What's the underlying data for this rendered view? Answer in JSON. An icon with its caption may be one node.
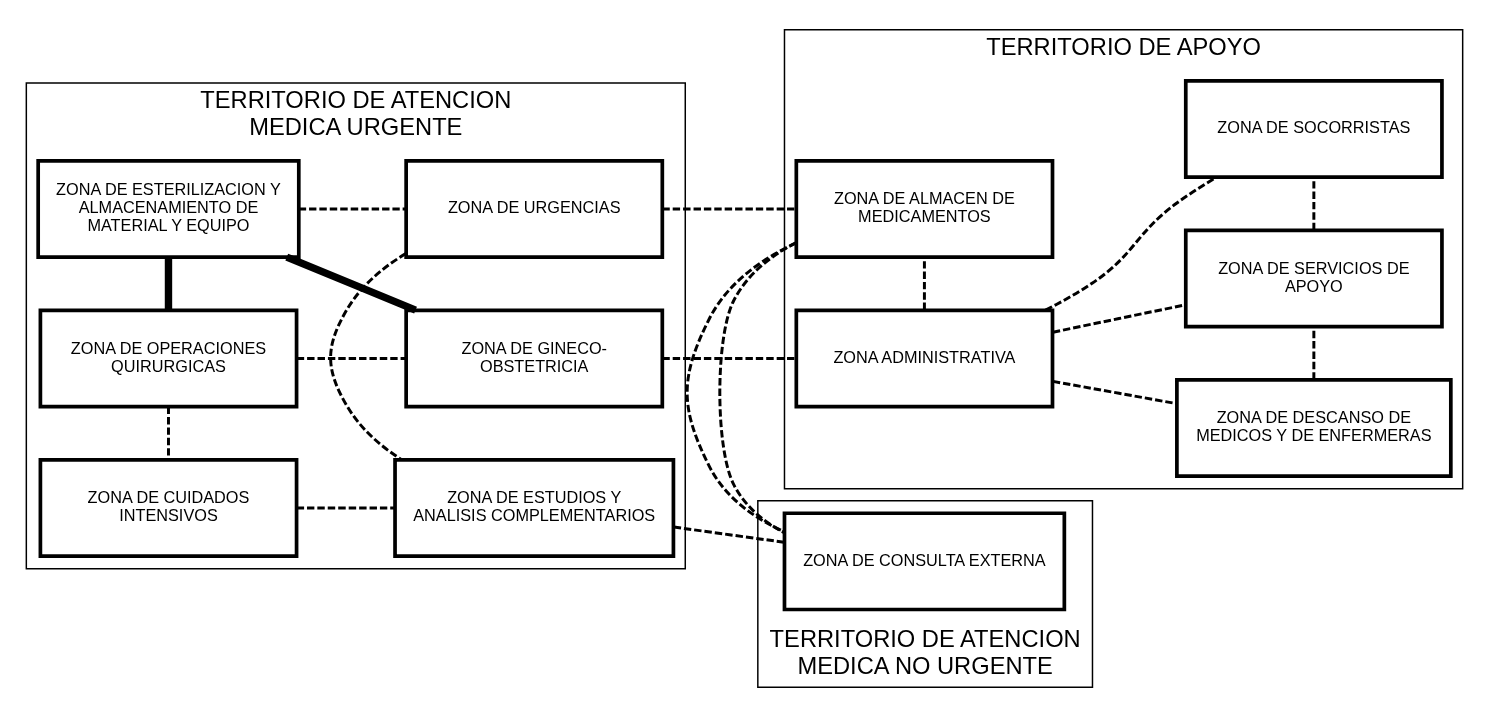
{
  "diagram": {
    "nodes": [
      {
        "text": [
          "TERRITORIO DE ATENCION MEDICA URGENTE"
        ]
      },
      {
        "text": [
          "ZONA DE ESTERILIZACION Y ALMACENAMIENTO DE MATERIAL Y EQUIPO"
        ],
        "in": 0
      },
      {
        "text": [
          "ZONA DE GINECO-OBSTETRICIA"
        ],
        "in": 0
      },
      {
        "text": [
          "ZONA DE OPERACIONES QUIRURGICAS"
        ],
        "in": 0
      },
      {
        "text": [
          "ZONA DE URGENCIAS"
        ],
        "in": 0
      },
      {
        "text": [
          "ZONA DE CUIDADOS INTENSIVOS"
        ],
        "in": 0
      },
      {
        "text": [
          "ZONA DE ESTUDIOS Y ANALISIS COMPLEMENTARIOS"
        ],
        "in": 0
      },
      {
        "text": [
          "TERRITORIO DE APOYO"
        ]
      },
      {
        "text": [
          "ZONA ADMINISTRATIVA"
        ],
        "in": 7
      },
      {
        "text": [
          "ZONA DE DESCANSO DE MEDICOS Y DE ENFERMERAS"
        ],
        "in": 7
      },
      {
        "text": [
          "ZONA DE ALMACEN DE MEDICAMENTOS"
        ],
        "in": 7
      },
      {
        "text": [
          "ZONA DE SERVICIOS DE APOYO"
        ],
        "in": 7
      },
      {
        "text": [
          "ZONA DE SOCORRISTAS"
        ],
        "in": 7
      },
      {
        "text": [
          "TERRITORIO DE ATENCION MEDICA NO URGENTE"
        ]
      },
      {
        "text": [
          "ZONA DE CONSULTA EXTERNA"
        ],
        "in": 13
      }
    ],
    "edges": [
      {
        "from": 1,
        "to": 2,
        "arrow": "none",
        "style": "thick"
      },
      {
        "from": 1,
        "to": 3,
        "arrow": "none",
        "style": "thick"
      },
      {
        "from": 1,
        "to": 4,
        "arrow": "none",
        "style": "dashed"
      },
      {
        "from": 3,
        "to": 2,
        "arrow": "none",
        "style": "dashed"
      },
      {
        "from": 3,
        "to": 5,
        "arrow": "none",
        "style": "dashed"
      },
      {
        "from": 4,
        "to": 6,
        "arrow": "none",
        "style": "dashed"
      },
      {
        "from": 5,
        "to": 6,
        "arrow": "none",
        "style": "dashed"
      },
      {
        "from": 2,
        "to": 8,
        "arrow": "none",
        "style": "dashed"
      },
      {
        "from": 4,
        "to": 10,
        "arrow": "none",
        "style": "dashed"
      },
      {
        "from": 6,
        "to": 14,
        "arrow": "none",
        "style": "dashed"
      },
      {
        "from": 8,
        "to": 9,
        "arrow": "none",
        "style": "dashed"
      },
      {
        "from": 8,
        "to": 10,
        "arrow": "none",
        "style": "dashed"
      },
      {
        "from": 8,
        "to": 11,
        "arrow": "none",
        "style": "dashed"
      },
      {
        "from": 8,
        "to": 12,
        "arrow": "none",
        "style": "dashed"
      },
      {
        "from": 9,
        "to": 11,
        "arrow": "none",
        "style": "dashed"
      },
      {
        "from": 11,
        "to": 12,
        "arrow": "none",
        "style": "dashed"
      },
      {
        "from": 10,
        "to": 14,
        "arrow": "none",
        "style": "dashed"
      }
    ]
  }
}
